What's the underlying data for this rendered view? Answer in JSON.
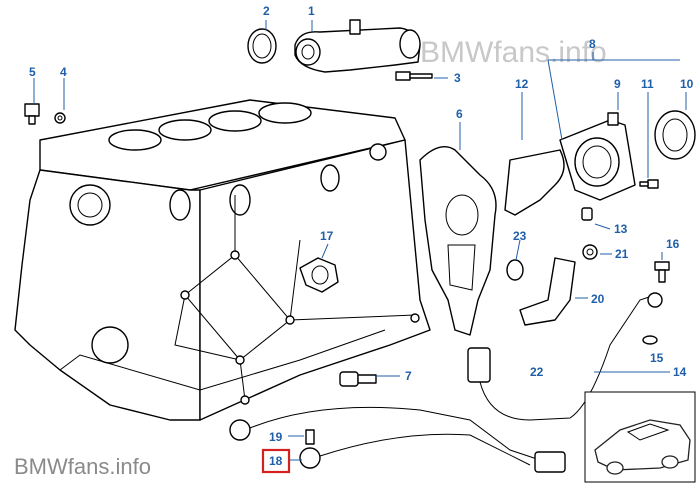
{
  "watermark": {
    "top_right": "BMWfans.info",
    "bottom_left": "BMWfans.info"
  },
  "colors": {
    "callout": "#1f5fa8",
    "highlight": "#d42020",
    "line_art": "#000000"
  },
  "selected_callout": "18",
  "callouts": [
    "1",
    "2",
    "3",
    "4",
    "5",
    "6",
    "7",
    "8",
    "9",
    "10",
    "11",
    "12",
    "13",
    "14",
    "15",
    "16",
    "17",
    "18",
    "19",
    "20",
    "21",
    "22",
    "23"
  ]
}
